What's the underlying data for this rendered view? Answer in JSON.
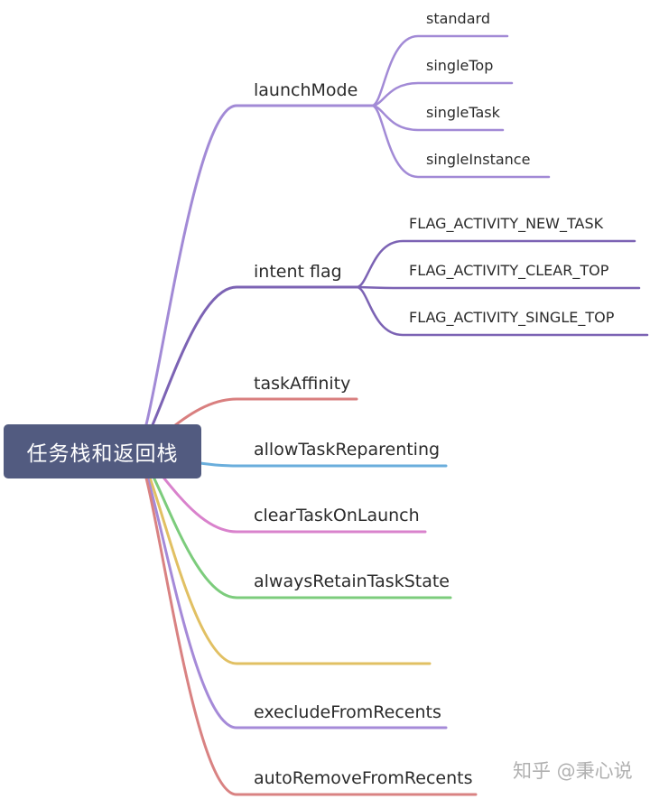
{
  "root": {
    "label": "任务栈和返回栈"
  },
  "branches": [
    {
      "label": "launchMode",
      "color": "#a28ad6",
      "children": [
        "standard",
        "singleTop",
        "singleTask",
        "singleInstance"
      ]
    },
    {
      "label": "intent flag",
      "color": "#7c63b4",
      "children": [
        "FLAG_ACTIVITY_NEW_TASK",
        "FLAG_ACTIVITY_CLEAR_TOP",
        "FLAG_ACTIVITY_SINGLE_TOP"
      ]
    },
    {
      "label": "taskAffinity",
      "color": "#d97f7f",
      "children": []
    },
    {
      "label": "allowTaskReparenting",
      "color": "#6aaedc",
      "children": []
    },
    {
      "label": "clearTaskOnLaunch",
      "color": "#d982cc",
      "children": []
    },
    {
      "label": "alwaysRetainTaskState",
      "color": "#7ccc7c",
      "children": []
    },
    {
      "label": "",
      "color": "#e1c063",
      "children": []
    },
    {
      "label": "execludeFromRecents",
      "color": "#a58ad8",
      "children": []
    },
    {
      "label": "autoRemoveFromRecents",
      "color": "#d98282",
      "children": []
    }
  ],
  "watermark": "知乎 @秉心说"
}
